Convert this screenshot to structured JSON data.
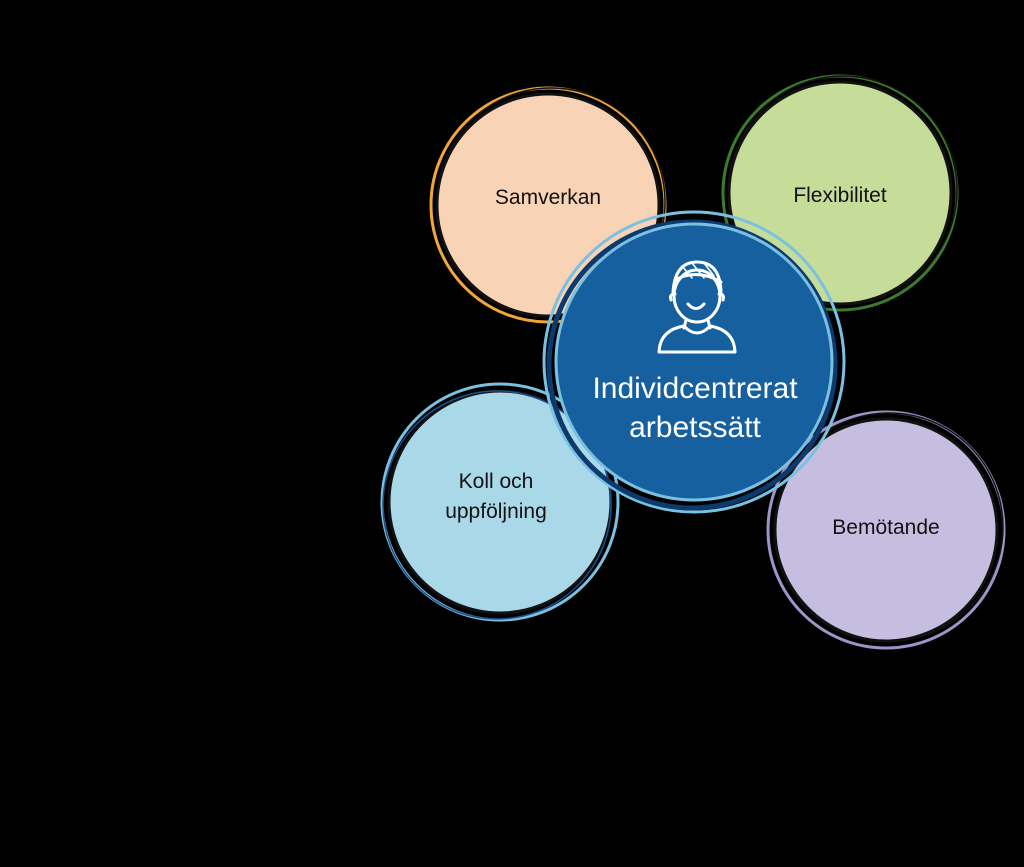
{
  "diagram": {
    "center": {
      "line1": "Individcentrerat",
      "line2": "arbetssätt",
      "icon": "person-icon",
      "color": "#1660a0",
      "ring_color": "#7cc0e0"
    },
    "bubbles": [
      {
        "id": "samverkan",
        "line1": "Samverkan",
        "line2": "",
        "fill": "#f8d3b5",
        "ring": "#f0a638"
      },
      {
        "id": "flexibilitet",
        "line1": "Flexibilitet",
        "line2": "",
        "fill": "#c6dd9a",
        "ring": "#3c7a2e"
      },
      {
        "id": "koll",
        "line1": "Koll och",
        "line2": "uppföljning",
        "fill": "#a9d8e9",
        "ring": "#7cc0e0"
      },
      {
        "id": "bemotande",
        "line1": "Bemötande",
        "line2": "",
        "fill": "#c6bee0",
        "ring": "#9f93c8"
      }
    ],
    "background": "#000000"
  }
}
